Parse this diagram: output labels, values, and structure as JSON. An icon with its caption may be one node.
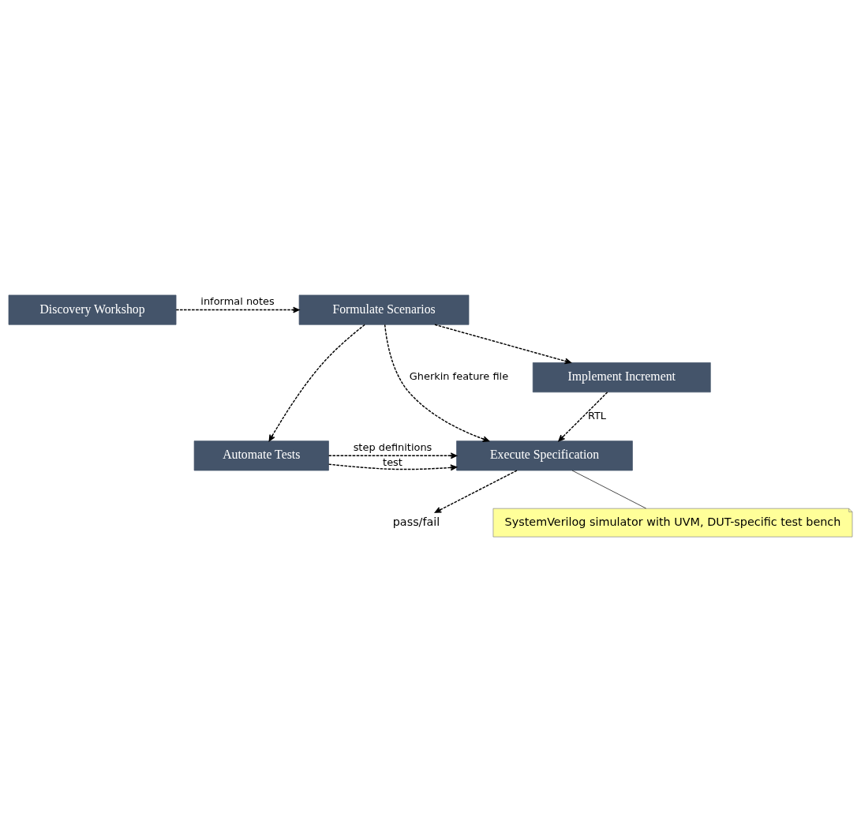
{
  "diagram": {
    "nodes": [
      {
        "text": [
          "Discovery Workshop"
        ]
      },
      {
        "text": [
          "Formulate Scenarios"
        ]
      },
      {
        "text": [
          "Implement Increment"
        ]
      },
      {
        "text": [
          "Execute Specification"
        ]
      },
      {
        "text": [
          "Automate Tests"
        ]
      },
      {
        "text": [
          "pass/fail"
        ]
      },
      {
        "text": [
          "SystemVerilog simulator with UVM, DUT-specific test bench"
        ]
      }
    ],
    "edges": [
      {
        "from": 0,
        "to": 1,
        "arrow": "to",
        "label": "informal notes",
        "style": "dashed"
      },
      {
        "from": 1,
        "to": 2,
        "arrow": "to",
        "style": "dashed"
      },
      {
        "from": 1,
        "to": 3,
        "arrow": "to",
        "label": "Gherkin feature file",
        "style": "dashed"
      },
      {
        "from": 1,
        "to": 4,
        "arrow": "to",
        "style": "dashed"
      },
      {
        "from": 2,
        "to": 3,
        "arrow": "to",
        "label": "RTL",
        "style": "dashed"
      },
      {
        "from": 4,
        "to": 3,
        "arrow": "to",
        "label": "step definitions",
        "style": "dashed"
      },
      {
        "from": 4,
        "to": 3,
        "arrow": "to",
        "label": "test",
        "style": "dashed"
      },
      {
        "from": 3,
        "to": 5,
        "arrow": "to",
        "style": "dashed"
      },
      {
        "from": 3,
        "to": 6,
        "arrow": "none"
      }
    ]
  }
}
